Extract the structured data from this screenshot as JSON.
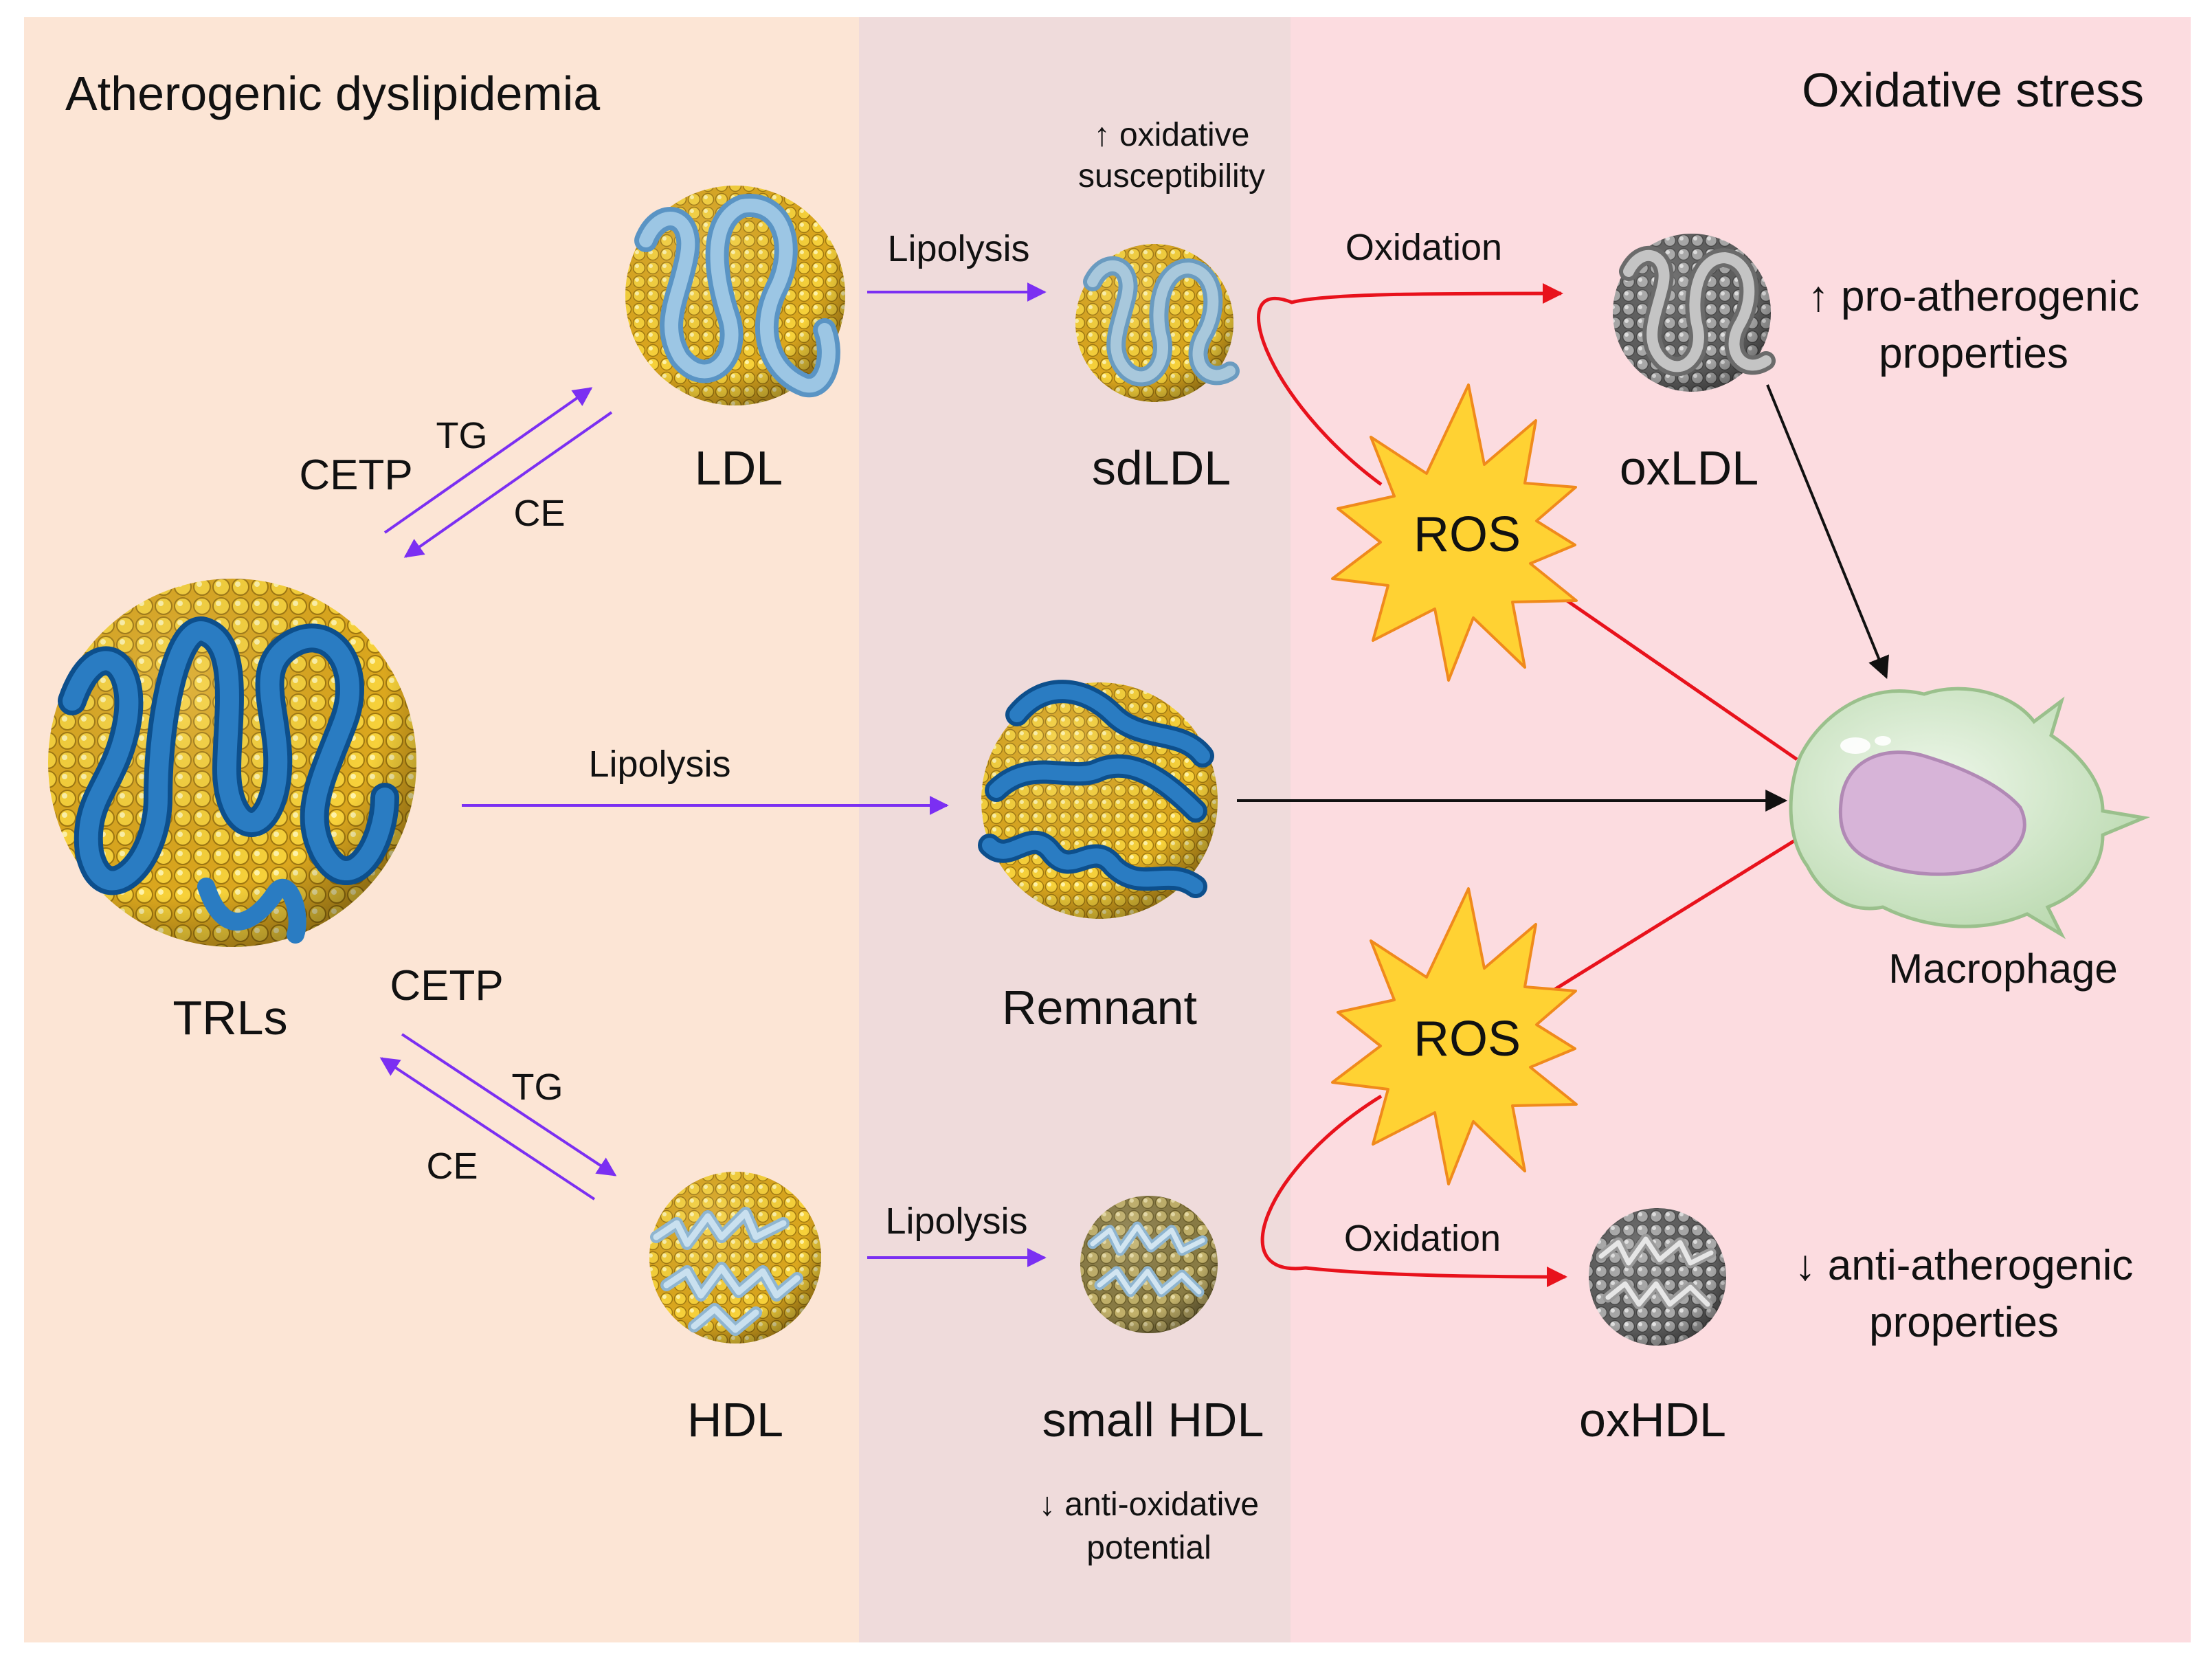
{
  "panels": {
    "left_title": "Atherogenic dyslipidemia",
    "right_title": "Oxidative stress"
  },
  "particles": {
    "trl": "TRLs",
    "ldl": "LDL",
    "sdldl": "sdLDL",
    "oxldl": "oxLDL",
    "remnant": "Remnant",
    "hdl": "HDL",
    "small_hdl": "small HDL",
    "oxhdl": "oxHDL",
    "macrophage": "Macrophage"
  },
  "processes": {
    "lipolysis": "Lipolysis",
    "oxidation": "Oxidation",
    "cetp": "CETP",
    "tg": "TG",
    "ce": "CE",
    "ros": "ROS"
  },
  "annotations": {
    "ox_susc_1": "↑ oxidative",
    "ox_susc_2": "susceptibility",
    "pro_ath_1": "↑ pro-atherogenic",
    "pro_ath_2": "properties",
    "anti_ath_1": "↓ anti-atherogenic",
    "anti_ath_2": "properties",
    "anti_ox_1": "↓ anti-oxidative",
    "anti_ox_2": "potential"
  },
  "colors": {
    "left_panel": "#fce5d5",
    "mid_panel": "#efdbdb",
    "right_panel": "#fcdce0",
    "exchange_arrow": "#7b2ff2",
    "oxidation_arrow": "#e8121c",
    "uptake_arrow": "#111111",
    "ros_fill": "#ffd233",
    "lipid_core": "#f2c12e",
    "apo_ldl": "#1f6fb0",
    "apo_light": "#8cb7d4",
    "oxidized": "#8e8e8e",
    "macrophage_body": "#d9ecd3",
    "macrophage_nucleus": "#d7b4d8"
  }
}
